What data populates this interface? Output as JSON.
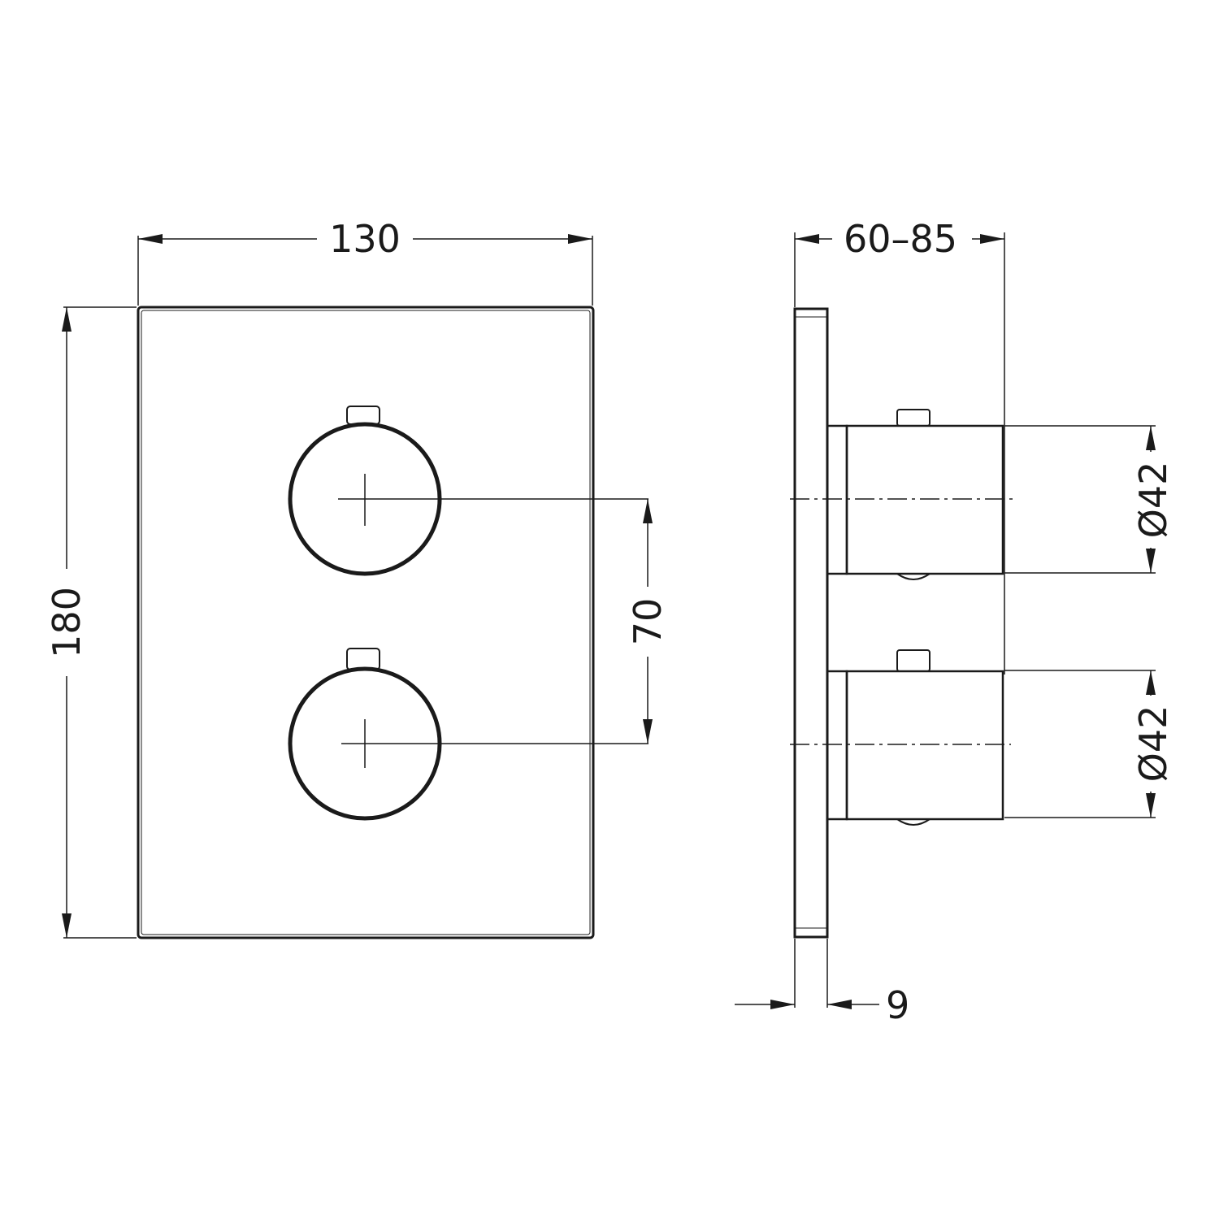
{
  "dimensions": {
    "plate_width": "130",
    "plate_height": "180",
    "knob_spacing": "70",
    "projection": "60–85",
    "plate_thickness": "9",
    "knob_diameter_top": "Ø42",
    "knob_diameter_bottom": "Ø42"
  },
  "colors": {
    "stroke": "#1a1a1a",
    "background": "#ffffff"
  }
}
